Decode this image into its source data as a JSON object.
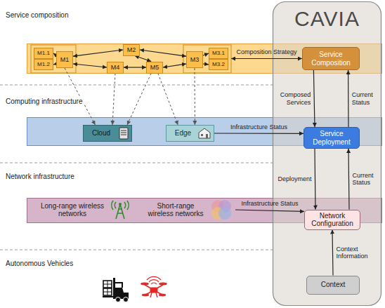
{
  "diagram": {
    "nodes": [
      {
        "text": [
          "CAVIA"
        ]
      },
      {
        "text": [
          "M1.1"
        ]
      },
      {
        "text": [
          "M1.2"
        ]
      },
      {
        "text": [
          "M1"
        ]
      },
      {
        "text": [
          "M2"
        ]
      },
      {
        "text": [
          "M4"
        ]
      },
      {
        "text": [
          "M5"
        ]
      },
      {
        "text": [
          "M3"
        ]
      },
      {
        "text": [
          "M3.1"
        ]
      },
      {
        "text": [
          "M3.2"
        ]
      },
      {
        "text": [
          "Service Composition"
        ],
        "in": 0
      },
      {
        "text": [
          "Cloud"
        ]
      },
      {
        "text": [
          "Edge"
        ]
      },
      {
        "text": [
          "Service Deployment"
        ],
        "in": 0
      },
      {
        "text": [
          "Long-range wireless networks"
        ]
      },
      {
        "text": [
          "Short-range wireless networks"
        ]
      },
      {
        "text": [
          "Network Configuration"
        ],
        "in": 0
      },
      {
        "text": [
          "Context"
        ],
        "in": 0
      }
    ],
    "edges": [
      {
        "from": 3,
        "to": 1,
        "arrow": "to"
      },
      {
        "from": 3,
        "to": 2,
        "arrow": "to"
      },
      {
        "from": 3,
        "to": 4,
        "arrow": "both"
      },
      {
        "from": 3,
        "to": 5,
        "arrow": "both"
      },
      {
        "from": 4,
        "to": 6,
        "arrow": "both"
      },
      {
        "from": 5,
        "to": 6,
        "arrow": "both"
      },
      {
        "from": 4,
        "to": 7,
        "arrow": "both"
      },
      {
        "from": 6,
        "to": 7,
        "arrow": "both"
      },
      {
        "from": 7,
        "to": 8,
        "arrow": "to"
      },
      {
        "from": 7,
        "to": 9,
        "arrow": "to"
      },
      {
        "from": 3,
        "to": 11,
        "arrow": "to"
      },
      {
        "from": 5,
        "to": 11,
        "arrow": "to"
      },
      {
        "from": 6,
        "to": 11,
        "arrow": "to"
      },
      {
        "from": 6,
        "to": 12,
        "arrow": "to"
      },
      {
        "from": 7,
        "to": 12,
        "arrow": "to"
      },
      {
        "from": 7,
        "to": 10,
        "label": "Composition Strategy",
        "arrow": "both"
      },
      {
        "from": 10,
        "to": 13,
        "label": "Composed Services",
        "arrow": "to"
      },
      {
        "from": 13,
        "to": 10,
        "label": "Current Status",
        "arrow": "to"
      },
      {
        "from": 12,
        "to": 13,
        "label": "Infrastructure Status",
        "arrow": "to"
      },
      {
        "from": 13,
        "to": 16,
        "label": "Deployment",
        "arrow": "to"
      },
      {
        "from": 16,
        "to": 13,
        "label": "Current Status",
        "arrow": "to"
      },
      {
        "from": 15,
        "to": 16,
        "label": "Infrastructure Status",
        "arrow": "to"
      },
      {
        "from": 17,
        "to": 16,
        "label": "Context Information",
        "arrow": "to"
      }
    ],
    "labels": [
      "Service composition",
      "Computing infrastructure",
      "Network infrastructure",
      "Autonomous Vehicles"
    ]
  }
}
